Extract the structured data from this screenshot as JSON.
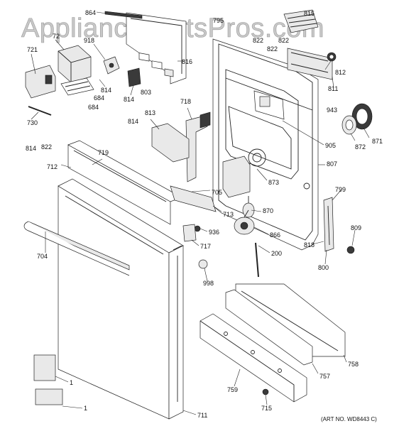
{
  "watermark": "AppliancePartsPros.com",
  "art_number": "(ART NO. WD8443 C)",
  "labels": {
    "l864": "864",
    "l815": "815",
    "l795": "795",
    "l721": "721",
    "l72": "72",
    "l918": "918",
    "l822a": "822",
    "l822b": "822",
    "l822c": "822",
    "l816": "816",
    "l812": "812",
    "l811": "811",
    "l814a": "814",
    "l814b": "814",
    "l814c": "814",
    "l814d": "814",
    "l803": "803",
    "l684a": "684",
    "l684b": "684",
    "l730": "730",
    "l822d": "822",
    "l718": "718",
    "l813": "813",
    "l943": "943",
    "l871": "871",
    "l872": "872",
    "l905": "905",
    "l807": "807",
    "l712": "712",
    "l719": "719",
    "l873": "873",
    "l705": "705",
    "l870": "870",
    "l799": "799",
    "l713": "713",
    "l936": "936",
    "l866": "866",
    "l809": "809",
    "l704": "704",
    "l717": "717",
    "l818": "818",
    "l200": "200",
    "l800": "800",
    "l998": "998",
    "l758": "758",
    "l757": "757",
    "l759": "759",
    "l1a": "1",
    "l1b": "1",
    "l715": "715",
    "l711": "711"
  }
}
